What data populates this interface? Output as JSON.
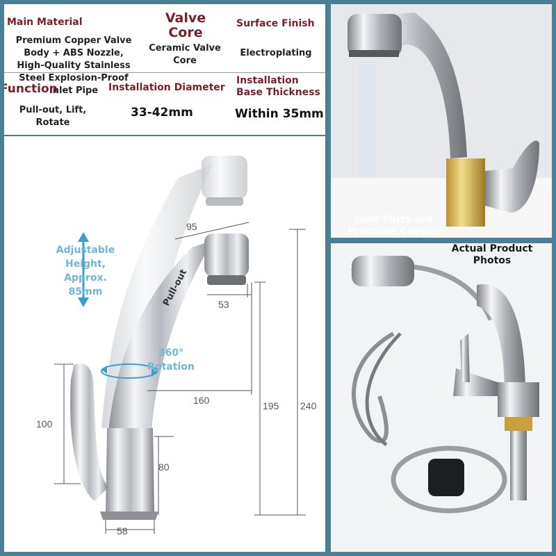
{
  "specs": {
    "main_material": {
      "label": "Main Material",
      "value_lines": [
        "Premium Copper Valve",
        "Body + ABS Nozzle,",
        "High-Quality Stainless",
        "Steel Explosion-Proof",
        "Inlet Pipe"
      ]
    },
    "valve_core": {
      "label_lines": [
        "Valve",
        "Core"
      ],
      "value_lines": [
        "Ceramic Valve",
        "Core"
      ]
    },
    "surface_finish": {
      "label": "Surface Finish",
      "value": "Electroplating"
    },
    "function": {
      "label": "Function",
      "value_lines": [
        "Pull-out, Lift,",
        "Rotate"
      ]
    },
    "installation_diameter": {
      "label": "Installation Diameter",
      "value": "33-42mm"
    },
    "installation_base": {
      "label_lines": [
        "Installation",
        "Base Thickness"
      ],
      "value": "Within 35mm"
    }
  },
  "diagram": {
    "adjustable_height_lines": [
      "Adjustable",
      "Height,",
      "Approx.",
      "85mm"
    ],
    "pull_out": "Pull-out",
    "rotation_lines": [
      "360°",
      "Rotation"
    ],
    "dims": {
      "d95": "95",
      "d53": "53",
      "d160": "160",
      "d195": "195",
      "d240": "240",
      "d100": "100",
      "d80": "80",
      "d58": "58"
    }
  },
  "photos": {
    "top_caption_lines": [
      "Gold Parts are",
      "Premium Copper"
    ],
    "bottom_caption_lines": [
      "Actual Product",
      "Photos"
    ]
  },
  "colors": {
    "border": "#4a7f95",
    "label_red": "#7a1f2a",
    "cyan": "#6fb7d3"
  }
}
